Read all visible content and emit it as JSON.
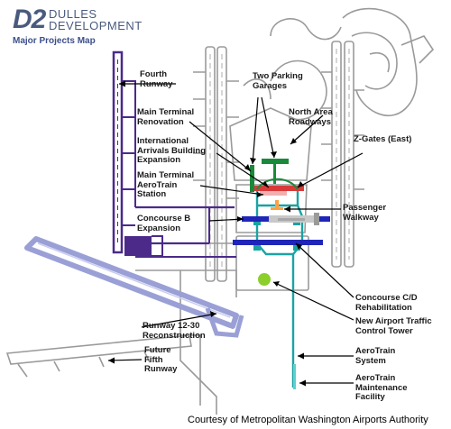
{
  "header": {
    "logo_mark": "D2",
    "logo_name": "DULLES\nDEVELOPMENT",
    "subtitle": "Major Projects Map"
  },
  "labels": {
    "fourth_runway": "Fourth\nRunway",
    "two_parking_garages": "Two Parking\nGarages",
    "main_terminal_renovation": "Main Terminal\nRenovation",
    "north_area_roadways": "North Area\nRoadways",
    "international_arrivals": "International\nArrivals Building\nExpansion",
    "z_gates": "Z-Gates (East)",
    "main_terminal_aerotrain": "Main Terminal\nAeroTrain\nStation",
    "passenger_walkway": "Passenger\nWalkway",
    "concourse_b": "Concourse B\nExpansion",
    "concourse_cd": "Concourse C/D\nRehabilitation",
    "control_tower": "New Airport Traffic\nControl Tower",
    "runway_12_30": "Runway 12-30\nReconstruction",
    "future_fifth_runway": "Future\nFifth\nRunway",
    "aerotrain_system": "AeroTrain\nSystem",
    "aerotrain_maintenance": "AeroTrain\nMaintenance\nFacility"
  },
  "footer": {
    "credit": "Courtesy of Metropolitan Washington Airports Authority"
  },
  "colors": {
    "runway_purple": "#4b2a8a",
    "runway_lavender": "#9aa0d6",
    "concourse_blue": "#1f25b8",
    "aerotrain_teal": "#1aa3a3",
    "garage_green": "#1a8a3a",
    "zgates_red": "#d83a3a",
    "tower_green": "#8ccf2a",
    "outline_gray": "#9a9a9a"
  }
}
